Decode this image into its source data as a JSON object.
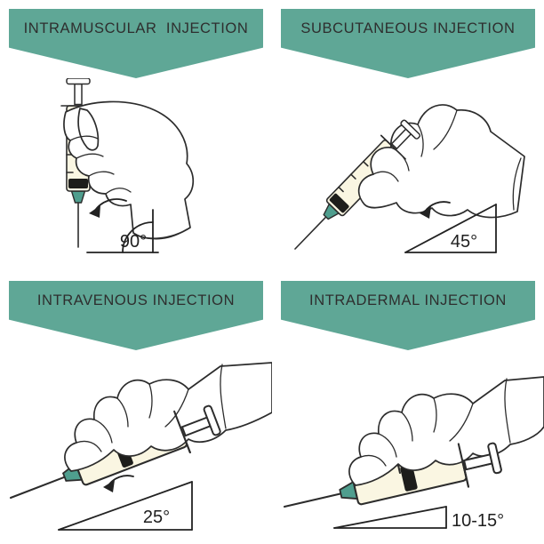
{
  "colors": {
    "accent": "#5fa796",
    "ink": "#2c2c2c",
    "barrel_fill": "#faf6e2",
    "hub_fill": "#4f9e8e",
    "stopper": "#1d1d1b",
    "background": "#ffffff",
    "title_text": "#2e2e2e"
  },
  "panels": [
    {
      "id": "intramuscular",
      "title": "INTRAMUSCULAR  INJECTION",
      "angle_label": "90°"
    },
    {
      "id": "subcutaneous",
      "title": "SUBCUTANEOUS INJECTION",
      "angle_label": "45°"
    },
    {
      "id": "intravenous",
      "title": "INTRAVENOUS INJECTION",
      "angle_label": "25°"
    },
    {
      "id": "intradermal",
      "title": "INTRADERMAL INJECTION",
      "angle_label": "10-15°"
    }
  ]
}
